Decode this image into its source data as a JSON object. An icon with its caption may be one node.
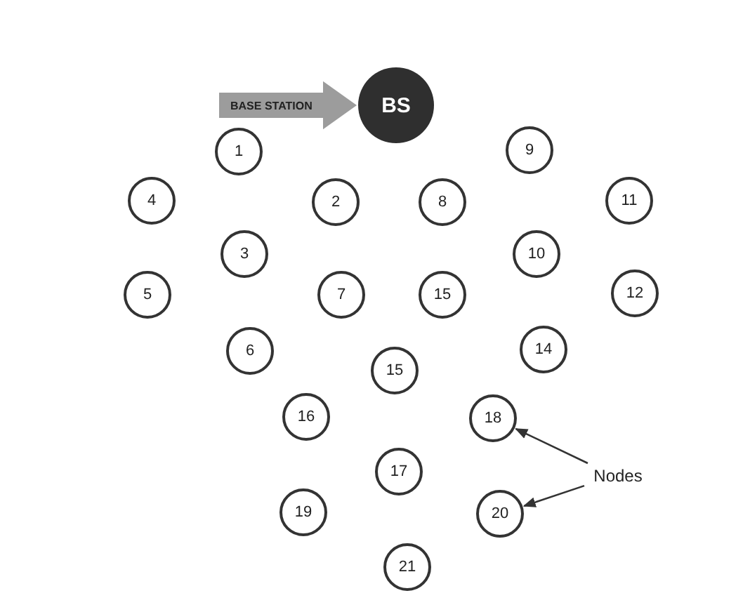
{
  "diagram": {
    "nodes": [
      {
        "text": [
          "BS"
        ]
      },
      {
        "text": [
          "1"
        ]
      },
      {
        "text": [
          "9"
        ]
      },
      {
        "text": [
          "4"
        ]
      },
      {
        "text": [
          "2"
        ]
      },
      {
        "text": [
          "8"
        ]
      },
      {
        "text": [
          "11"
        ]
      },
      {
        "text": [
          "3"
        ]
      },
      {
        "text": [
          "10"
        ]
      },
      {
        "text": [
          "5"
        ]
      },
      {
        "text": [
          "7"
        ]
      },
      {
        "text": [
          "15"
        ]
      },
      {
        "text": [
          "12"
        ]
      },
      {
        "text": [
          "6"
        ]
      },
      {
        "text": [
          "14"
        ]
      },
      {
        "text": [
          "15"
        ]
      },
      {
        "text": [
          "16"
        ]
      },
      {
        "text": [
          "18"
        ]
      },
      {
        "text": [
          "Nodes"
        ]
      },
      {
        "text": [
          "17"
        ]
      },
      {
        "text": [
          "19"
        ]
      },
      {
        "text": [
          "20"
        ]
      },
      {
        "text": [
          "21"
        ]
      }
    ],
    "edges": [
      {
        "from": null,
        "to": 0,
        "arrow": "to",
        "label": "BASE STATION",
        "style": "thick",
        "color": "#9c9c9c"
      },
      {
        "from": 18,
        "to": 17,
        "arrow": "to"
      },
      {
        "from": 18,
        "to": 21,
        "arrow": "to"
      }
    ]
  }
}
